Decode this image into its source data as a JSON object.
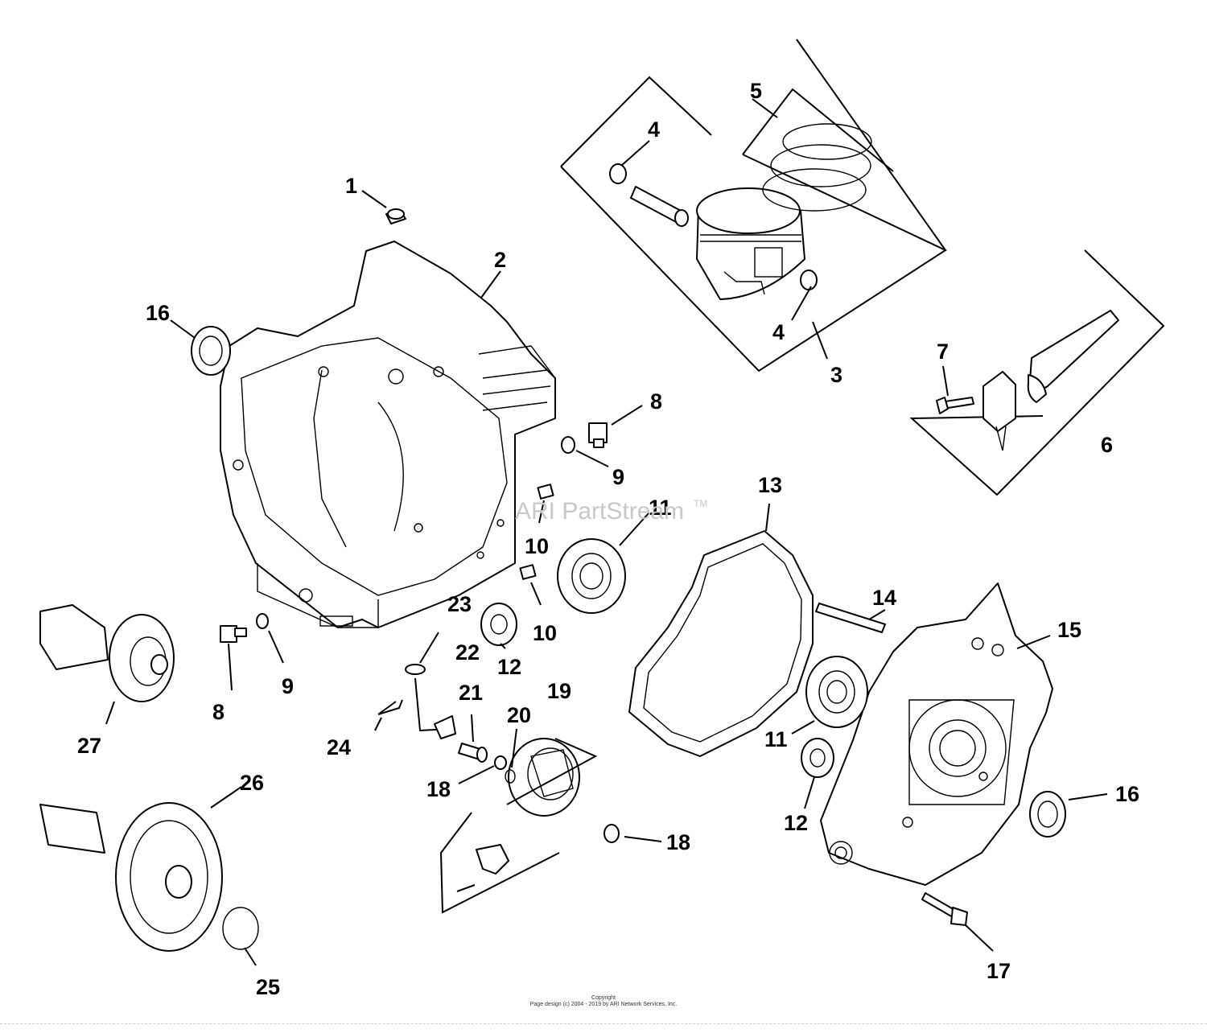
{
  "watermark": {
    "text": "ARI PartStream",
    "trademark": "TM"
  },
  "footer": {
    "copyright": "Copyright",
    "page_design": "Page design (c) 2004 - 2019 by ARI Network Services, Inc."
  },
  "callouts": {
    "c1": "1",
    "c2": "2",
    "c3": "3",
    "c4a": "4",
    "c4b": "4",
    "c5": "5",
    "c6": "6",
    "c7": "7",
    "c8a": "8",
    "c8b": "8",
    "c9a": "9",
    "c9b": "9",
    "c10a": "10",
    "c10b": "10",
    "c11a": "11",
    "c11b": "11",
    "c12a": "12",
    "c12b": "12",
    "c13": "13",
    "c14": "14",
    "c15": "15",
    "c16a": "16",
    "c16b": "16",
    "c17": "17",
    "c18a": "18",
    "c18b": "18",
    "c19": "19",
    "c20": "20",
    "c21": "21",
    "c22": "22",
    "c23": "23",
    "c24": "24",
    "c25": "25",
    "c26": "26",
    "c27": "27"
  }
}
